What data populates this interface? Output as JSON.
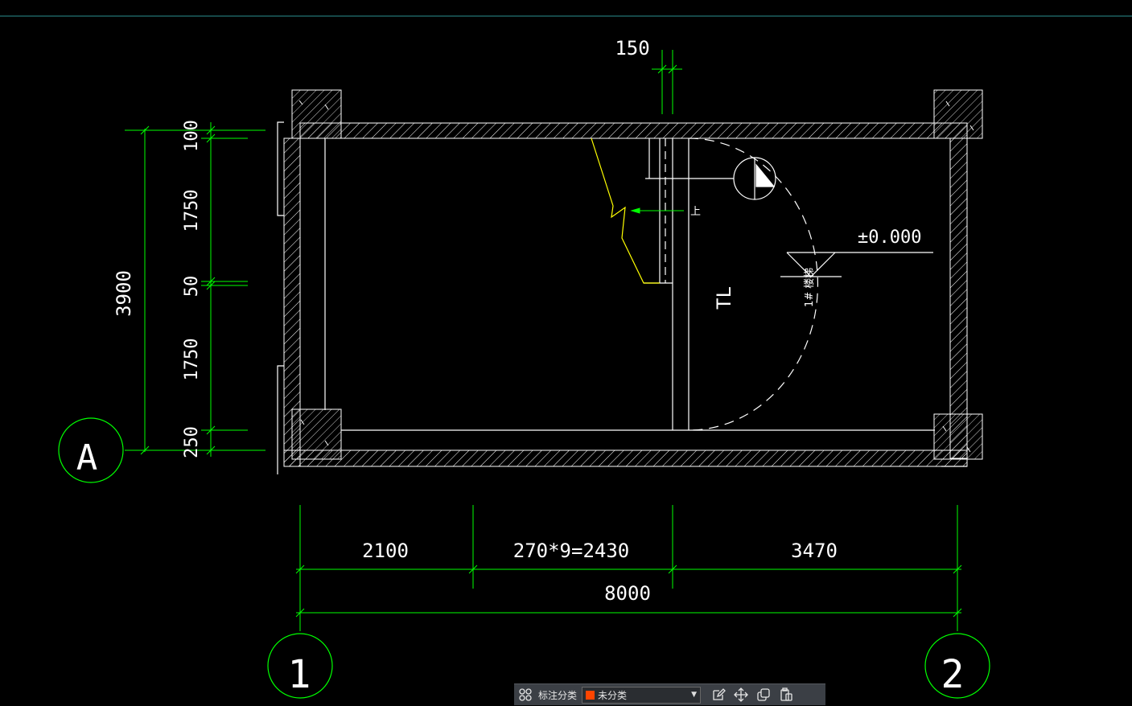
{
  "drawing": {
    "grid_bubbles": {
      "row": "A",
      "col_left": "1",
      "col_right": "2"
    },
    "dims_top": {
      "wall": "150"
    },
    "dims_left": {
      "total": "3900",
      "d1": "100",
      "d2": "1750",
      "d3": "50",
      "d4": "1750",
      "d5": "250"
    },
    "dims_bottom": {
      "d1": "2100",
      "d2": "270*9=2430",
      "d3": "3470",
      "total": "8000"
    },
    "labels": {
      "up": "上",
      "elevation": "±0.000",
      "stair_name": "1# 楼梯",
      "tl": "TL"
    }
  },
  "colors": {
    "background": "#000000",
    "lines": "#ffffff",
    "dims": "#00ff00",
    "stair": "#ffff00",
    "toolbar_swatch": "#ff4500"
  },
  "toolbar": {
    "label": "标注分类",
    "select_value": "未分类",
    "icons": [
      "category-grid-icon",
      "edit-icon",
      "move-icon",
      "copy-icon",
      "paste-icon"
    ]
  }
}
